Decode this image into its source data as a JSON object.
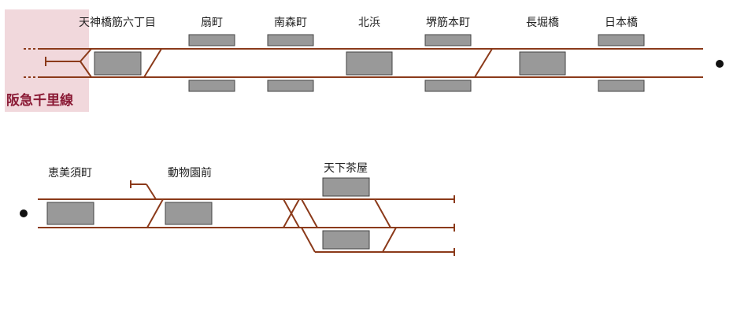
{
  "connection": {
    "label": "阪急千里線"
  },
  "colors": {
    "track": "#8b3a1a",
    "platform_fill": "#999999",
    "platform_border": "#444444",
    "connection_bg": "#f1d8dc",
    "connection_text": "#8a1a35"
  },
  "upper_line": {
    "stations": [
      {
        "name": "天神橋筋六丁目"
      },
      {
        "name": "扇町"
      },
      {
        "name": "南森町"
      },
      {
        "name": "北浜"
      },
      {
        "name": "堺筋本町"
      },
      {
        "name": "長堀橋"
      },
      {
        "name": "日本橋"
      }
    ]
  },
  "lower_line": {
    "stations": [
      {
        "name": "恵美須町"
      },
      {
        "name": "動物園前"
      },
      {
        "name": "天下茶屋"
      }
    ]
  }
}
